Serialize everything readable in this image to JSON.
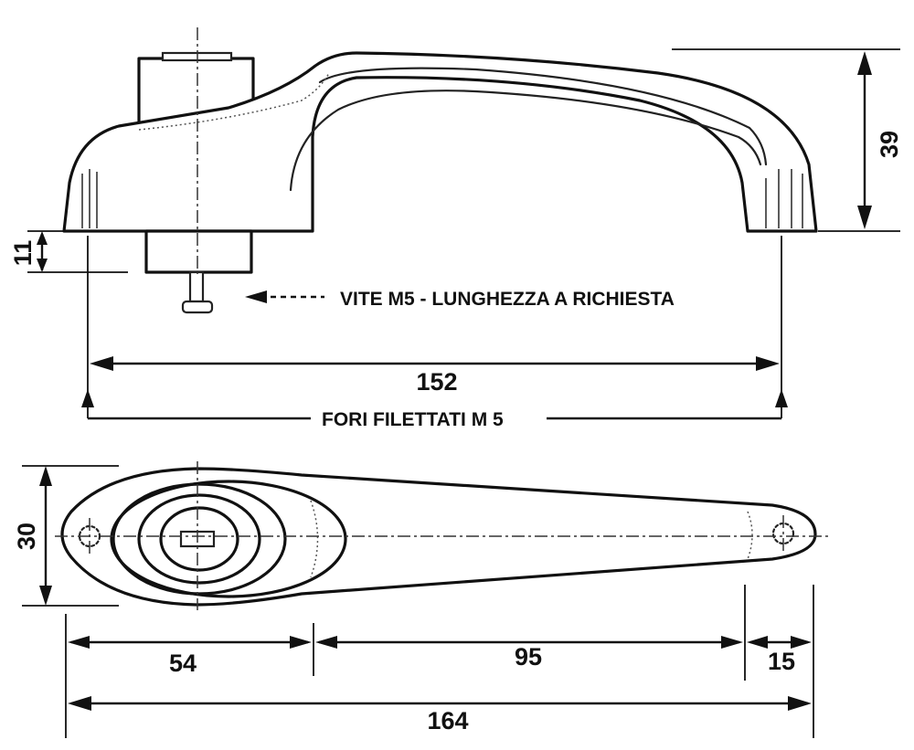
{
  "dimensions": {
    "height_total": "39",
    "base_height": "11",
    "hole_spacing": "152",
    "width": "30",
    "segment_left": "54",
    "segment_middle": "95",
    "segment_right": "15",
    "length_total": "164"
  },
  "notes": {
    "screw": "VITE M5 - LUNGHEZZA  A RICHIESTA",
    "threaded_holes": "FORI FILETTATI  M 5"
  }
}
